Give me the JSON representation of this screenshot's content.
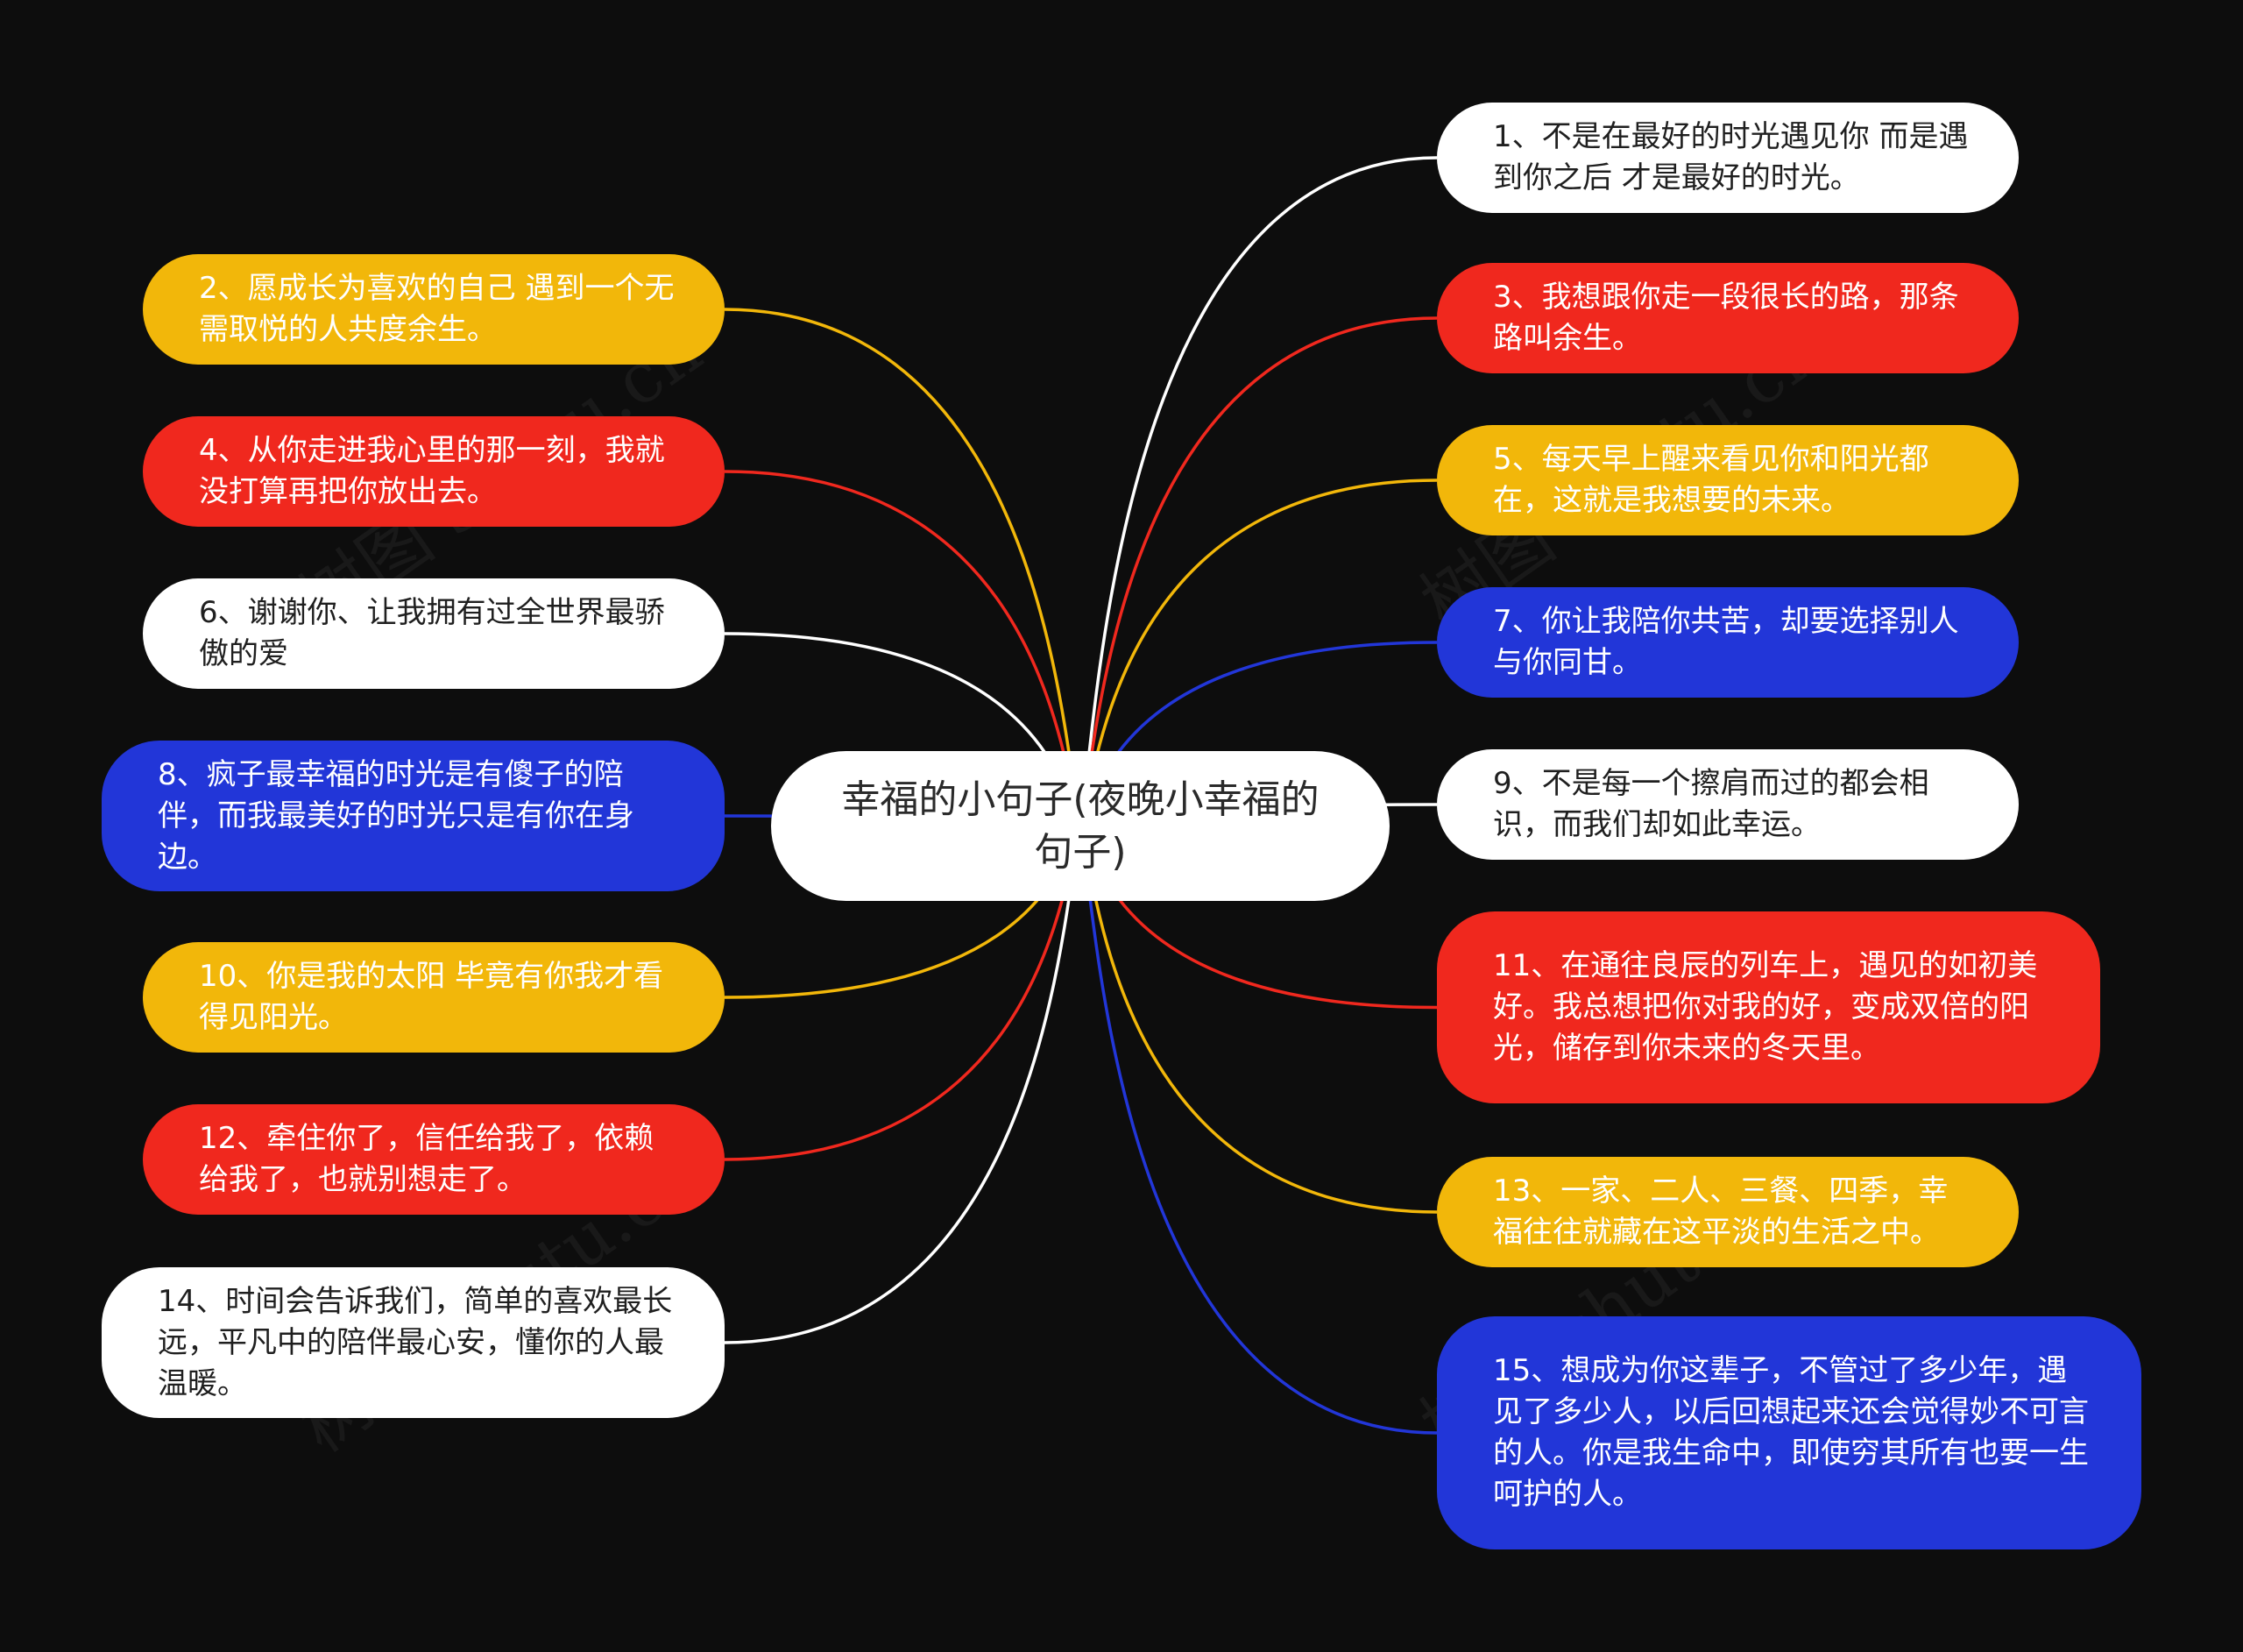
{
  "colors": {
    "background": "#0d0d0d",
    "yellow": "#f2b70a",
    "red": "#f0281e",
    "blue": "#2236d8",
    "white": "#ffffff"
  },
  "center": {
    "label": "幸福的小句子(夜晚小幸福的句子)"
  },
  "watermark": {
    "text": "树图 shutu.cn"
  },
  "nodes": [
    {
      "id": "n1",
      "color": "white",
      "text": "1、不是在最好的时光遇见你 而是遇到你之后 才是最好的时光。"
    },
    {
      "id": "n2",
      "color": "yellow",
      "text": "2、愿成长为喜欢的自己 遇到一个无需取悦的人共度余生。"
    },
    {
      "id": "n3",
      "color": "red",
      "text": "3、我想跟你走一段很长的路，那条路叫余生。"
    },
    {
      "id": "n4",
      "color": "red",
      "text": "4、从你走进我心里的那一刻，我就没打算再把你放出去。"
    },
    {
      "id": "n5",
      "color": "yellow",
      "text": "5、每天早上醒来看见你和阳光都在，这就是我想要的未来。"
    },
    {
      "id": "n6",
      "color": "white",
      "text": "6、谢谢你、让我拥有过全世界最骄傲的爱"
    },
    {
      "id": "n7",
      "color": "blue",
      "text": "7、你让我陪你共苦，却要选择别人与你同甘。"
    },
    {
      "id": "n8",
      "color": "blue",
      "text": "8、疯子最幸福的时光是有傻子的陪伴，而我最美好的时光只是有你在身边。"
    },
    {
      "id": "n9",
      "color": "white",
      "text": "9、不是每一个擦肩而过的都会相识，而我们却如此幸运。"
    },
    {
      "id": "n10",
      "color": "yellow",
      "text": "10、你是我的太阳 毕竟有你我才看得见阳光。"
    },
    {
      "id": "n11",
      "color": "red",
      "text": "11、在通往良辰的列车上，遇见的如初美好。我总想把你对我的好，变成双倍的阳光，储存到你未来的冬天里。"
    },
    {
      "id": "n12",
      "color": "red",
      "text": "12、牵住你了，信任给我了，依赖给我了，也就别想走了。"
    },
    {
      "id": "n13",
      "color": "yellow",
      "text": "13、一家、二人、三餐、四季，幸福往往就藏在这平淡的生活之中。"
    },
    {
      "id": "n14",
      "color": "white",
      "text": "14、时间会告诉我们，简单的喜欢最长远，平凡中的陪伴最心安，懂你的人最温暖。"
    },
    {
      "id": "n15",
      "color": "blue",
      "text": "15、想成为你这辈子，不管过了多少年，遇见了多少人，以后回想起来还会觉得妙不可言的人。你是我生命中，即使穷其所有也要一生呵护的人。"
    }
  ]
}
